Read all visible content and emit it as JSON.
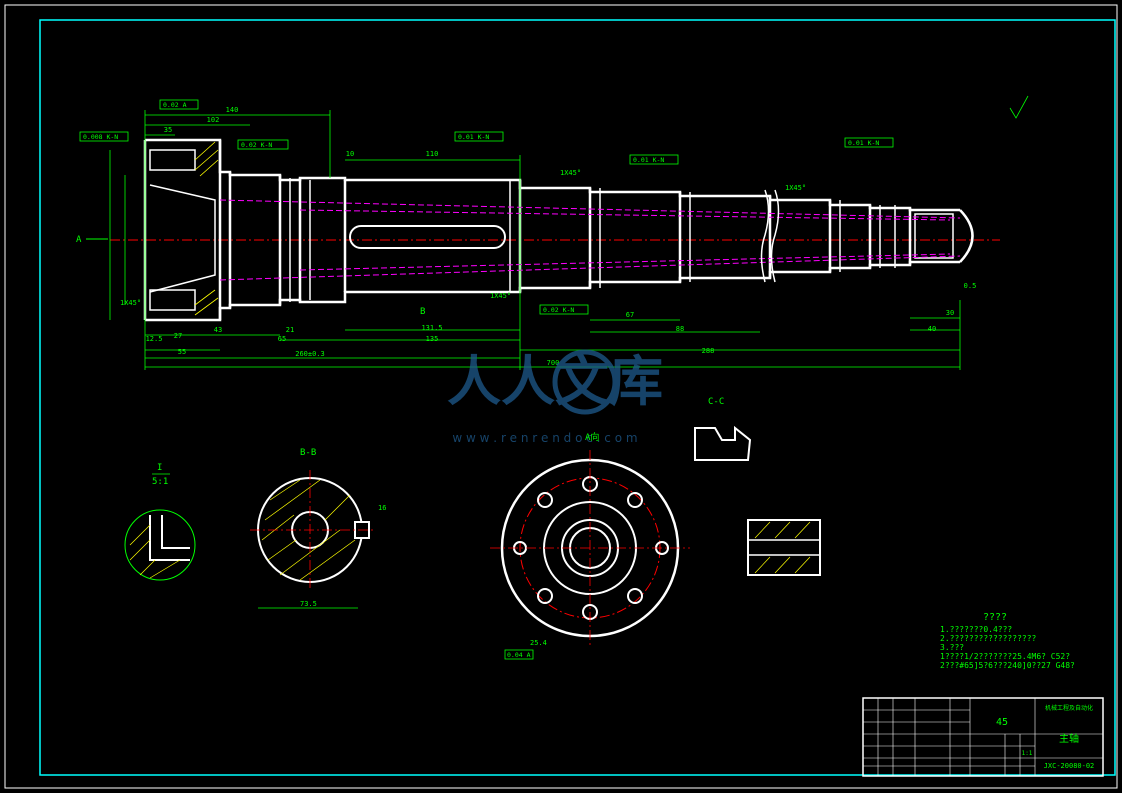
{
  "colors": {
    "background": "#000000",
    "outline": "#ffffff",
    "dimension": "#00ff00",
    "frame": "#00ffff",
    "center": "#ff0000",
    "hidden": "#ff00ff",
    "watermark": "#1e5a8c"
  },
  "section_views": {
    "detail_label": "I",
    "detail_scale": "5:1",
    "bb_label": "B-B",
    "aa_label": "A向",
    "cc_label": "C-C"
  },
  "left_arrow": "A",
  "cut_b": "B",
  "dims": {
    "d140": "140",
    "d102": "102",
    "d35": "35",
    "d110": "110",
    "d10": "10",
    "d43": "43",
    "d21": "21",
    "d65": "65",
    "d55": "55",
    "d135": "135",
    "d131": "131.5",
    "d260": "260±0.3",
    "d700": "700",
    "d288": "288",
    "d88": "88",
    "d67": "67",
    "d40": "40",
    "d30": "30",
    "d5": "0.5",
    "d12": "12.5",
    "d27": "27"
  },
  "tolerances": {
    "t1": "0.02 K-N",
    "t2": "0.01 K-N",
    "t3": "0.008 K-N",
    "t4": "0.02 A",
    "t5": "0.01 K-N",
    "t6": "0.01 K-N",
    "t7": "0.02 K-N"
  },
  "bb_dims": {
    "w": "73.5",
    "h": "16"
  },
  "aa_dims": {
    "d1": "25.4",
    "d2": "0.04 A"
  },
  "chamfer": "1X45°",
  "notes": {
    "title": "????",
    "lines": [
      "1.???????0.4???",
      "2.??????????????????",
      "3.???",
      "1????1/2???????25.4M6? C52?",
      "2???#65]5?6???240]0??27 G48?"
    ]
  },
  "title_block": {
    "material": "45",
    "school": "机械工程及自动化",
    "part_name": "主轴",
    "drawing_no": "JXC-20080-02",
    "scale": "1:1"
  },
  "watermark": {
    "text": "人人文库",
    "url": "w w w . r e n r e n d o c . c o m"
  }
}
